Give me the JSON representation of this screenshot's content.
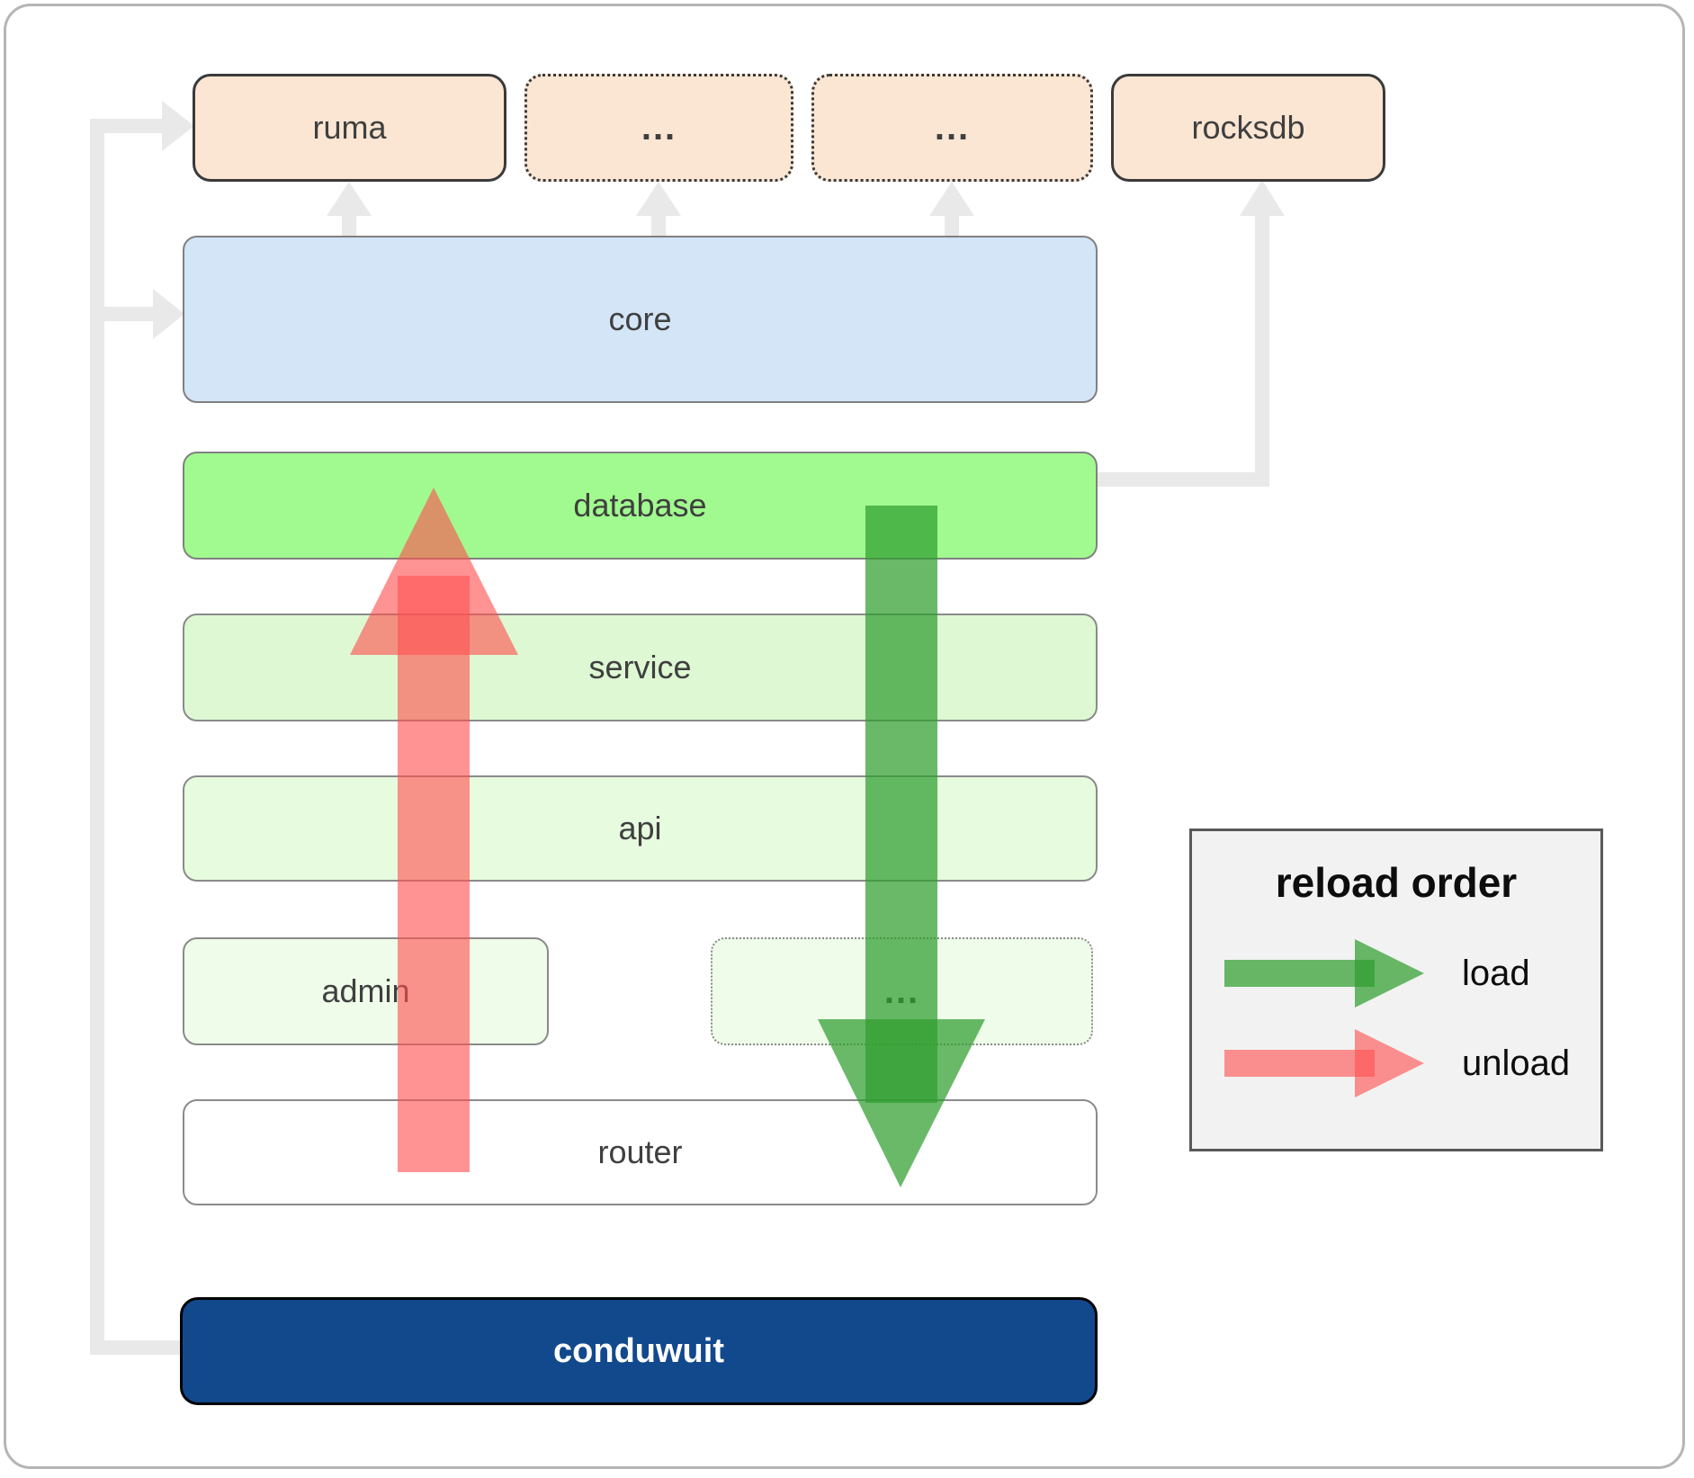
{
  "diagram": {
    "top_row": {
      "ruma": {
        "label": "ruma"
      },
      "ellipsis_1": {
        "label": "..."
      },
      "ellipsis_2": {
        "label": "..."
      },
      "rocksdb": {
        "label": "rocksdb"
      }
    },
    "layers": {
      "core": {
        "label": "core"
      },
      "database": {
        "label": "database"
      },
      "service": {
        "label": "service"
      },
      "api": {
        "label": "api"
      },
      "admin": {
        "label": "admin"
      },
      "ellipsis_bottom": {
        "label": "..."
      },
      "router": {
        "label": "router"
      },
      "conduwuit": {
        "label": "conduwuit"
      }
    }
  },
  "legend": {
    "title": "reload order",
    "items": [
      {
        "name": "load",
        "label": "load",
        "color": "rgba(47,158,47,0.72)"
      },
      {
        "name": "unload",
        "label": "unload",
        "color": "rgba(255,80,80,0.62)"
      }
    ]
  },
  "colors": {
    "peach_fill": "#fbe5d3",
    "core_fill": "#d3e5f7",
    "database_fill": "#a1fa8f",
    "service_fill": "#ddf8d3",
    "api_fill": "#e7fbdf",
    "admin_fill": "#effce9",
    "router_fill": "#ffffff",
    "conduwuit_fill": "#12498d",
    "connector_gray": "#e9e9e9",
    "label_color": "#3f3f3f",
    "load_arrow": "rgba(47,158,47,0.72)",
    "unload_arrow": "rgba(255,80,80,0.62)"
  }
}
